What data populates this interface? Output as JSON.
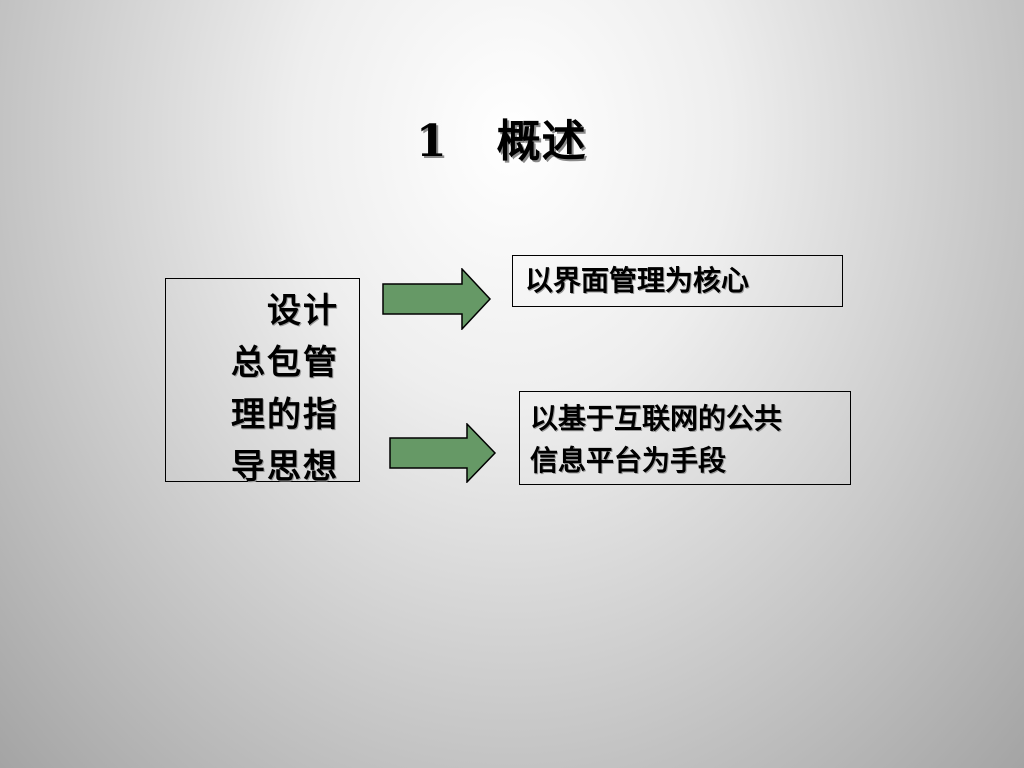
{
  "slide": {
    "title": "1   概述",
    "left_box": {
      "lines": [
        "设计",
        "总包管",
        "理的指",
        "导思想"
      ]
    },
    "right_box_1": {
      "text": "以界面管理为核心"
    },
    "right_box_2": {
      "lines": [
        "以基于互联网的公共",
        "信息平台为手段"
      ]
    },
    "colors": {
      "arrow_fill": "#669966",
      "border": "#000000",
      "text": "#000000"
    },
    "icons": [
      "right-arrow-icon",
      "right-arrow-icon"
    ]
  }
}
